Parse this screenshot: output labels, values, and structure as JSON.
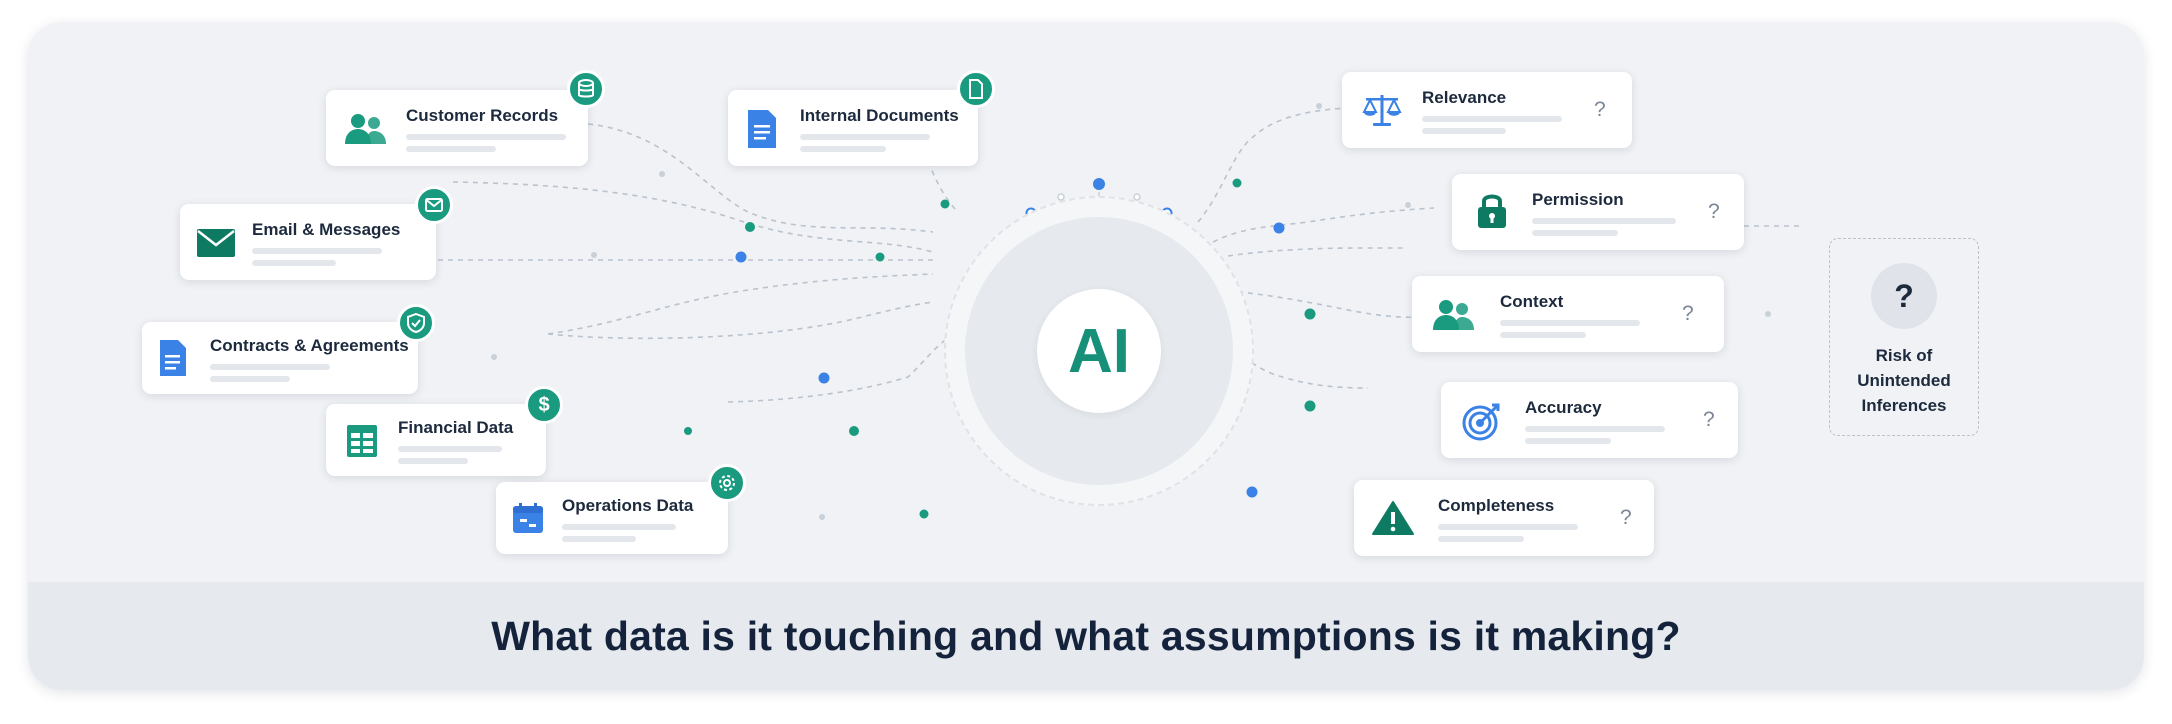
{
  "footer": {
    "text": "What data is it touching and what assumptions is it making?"
  },
  "center": {
    "label": "AI"
  },
  "sources": [
    {
      "label": "Customer Records",
      "icon": "people-icon",
      "badge_icon": "database-icon"
    },
    {
      "label": "Internal Documents",
      "icon": "document-icon",
      "badge_icon": "file-icon"
    },
    {
      "label": "Email & Messages",
      "icon": "envelope-icon",
      "badge_icon": "mail-icon"
    },
    {
      "label": "Contracts & Agreements",
      "icon": "contract-icon",
      "badge_icon": "shield-check-icon"
    },
    {
      "label": "Financial Data",
      "icon": "spreadsheet-icon",
      "badge_icon": "dollar-icon",
      "badge_text": "$"
    },
    {
      "label": "Operations Data",
      "icon": "calendar-icon",
      "badge_icon": "gear-icon"
    }
  ],
  "assumptions": [
    {
      "label": "Relevance",
      "icon": "scales-icon",
      "marker": "?"
    },
    {
      "label": "Permission",
      "icon": "lock-icon",
      "marker": "?"
    },
    {
      "label": "Context",
      "icon": "people-icon",
      "marker": "?"
    },
    {
      "label": "Accuracy",
      "icon": "target-icon",
      "marker": "?"
    },
    {
      "label": "Completeness",
      "icon": "warning-icon",
      "marker": "?"
    }
  ],
  "risk": {
    "marker": "?",
    "label": "Risk of Unintended Inferences"
  },
  "colors": {
    "teal": "#1a9b7f",
    "blue": "#3b82e6",
    "dark": "#14233b",
    "panel": "#f0f2f5"
  }
}
